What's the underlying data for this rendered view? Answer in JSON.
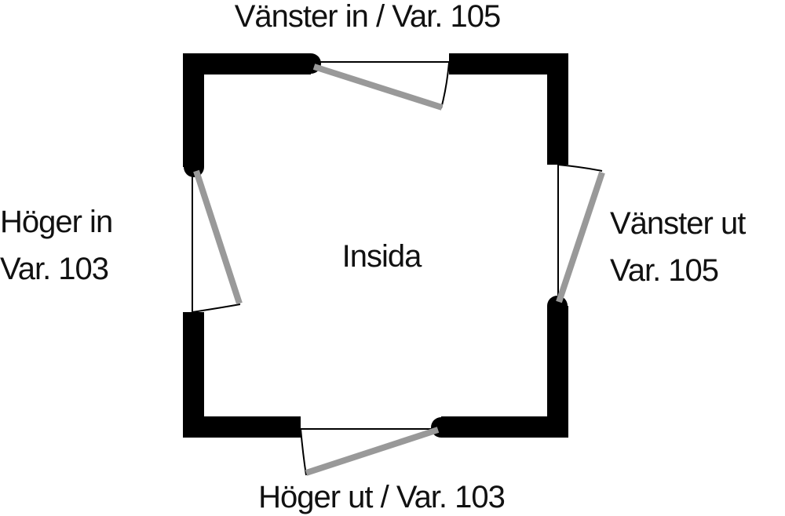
{
  "labels": {
    "top": "Vänster in / Var. 105",
    "left_line1": "Höger in",
    "left_line2": "Var. 103",
    "center": "Insida",
    "right_line1": "Vänster ut",
    "right_line2": "Var. 105",
    "bottom": "Höger ut / Var. 103"
  },
  "colors": {
    "wall": "#000000",
    "door_leaf": "#999999",
    "swing_line": "#000000",
    "background": "#ffffff",
    "text": "#111111"
  }
}
